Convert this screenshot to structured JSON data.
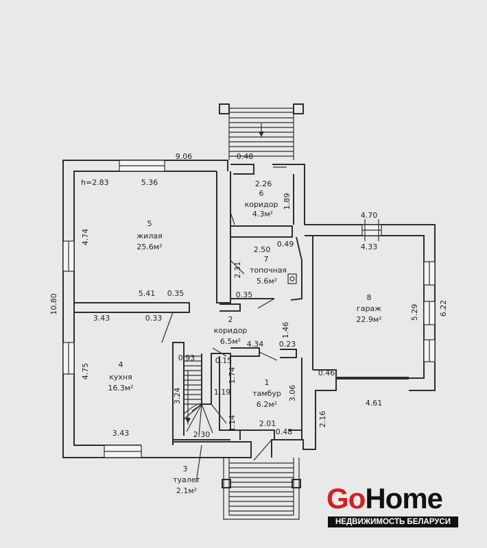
{
  "room_labels": {
    "r5": {
      "num": "5",
      "name": "жилая",
      "area": "25.6м²"
    },
    "r6": {
      "num": "6",
      "name": "коридор",
      "area": "4.3м²"
    },
    "r7": {
      "num": "7",
      "name": "топочная",
      "area": "5.6м²"
    },
    "r8": {
      "num": "8",
      "name": "гараж",
      "area": "22.9м²"
    },
    "r2": {
      "num": "2",
      "name": "коридор",
      "area": "6.5м²"
    },
    "r4": {
      "num": "4",
      "name": "кухня",
      "area": "16.3м²"
    },
    "r1": {
      "num": "1",
      "name": "тамбур",
      "area": "6.2м²"
    },
    "r3": {
      "num": "3",
      "name": "туалет",
      "area": "2.1м²"
    }
  },
  "dimensions": {
    "top_width": "9.06",
    "ceiling_height": "h=2.83",
    "r5_width": "5.36",
    "r5_depth": "4.74",
    "total_depth": "10.80",
    "r5_bottom": "5.41",
    "wall_035_a": "0.35",
    "r4_top": "3.43",
    "wall_033": "0.33",
    "r4_depth": "4.75",
    "r4_bottom": "3.43",
    "porch_048": "0.48",
    "r6_width": "2.26",
    "r6_depth": "1.89",
    "r7_width": "2.50",
    "wall_049": "0.49",
    "r7_depth": "2.31",
    "wall_035_b": "0.35",
    "garage_width_outer": "4.70",
    "garage_width_inner": "4.33",
    "garage_depth": "5.29",
    "garage_depth_outer": "6.22",
    "wall_046": "0.46",
    "garage_bottom": "4.61",
    "corr_146": "1.46",
    "corr_434": "4.34",
    "wall_023": "0.23",
    "stair_093": "0.93",
    "wall_015": "0.15",
    "stair_174": "1.74",
    "stair_119": "1.19",
    "stair_324": "3.24",
    "stair_114": "1.14",
    "stair_230": "2.30",
    "r1_306": "3.06",
    "r1_201": "2.01",
    "r1_048": "0.48",
    "ext_216": "2.16"
  },
  "logo": {
    "go": "Go",
    "home": "Home",
    "tagline": "НЕДВИЖИМОСТЬ БЕЛАРУСИ"
  },
  "colors": {
    "brand_red": "#d21f26",
    "ink": "#2c2c2c",
    "paper": "#e9e9e7"
  }
}
